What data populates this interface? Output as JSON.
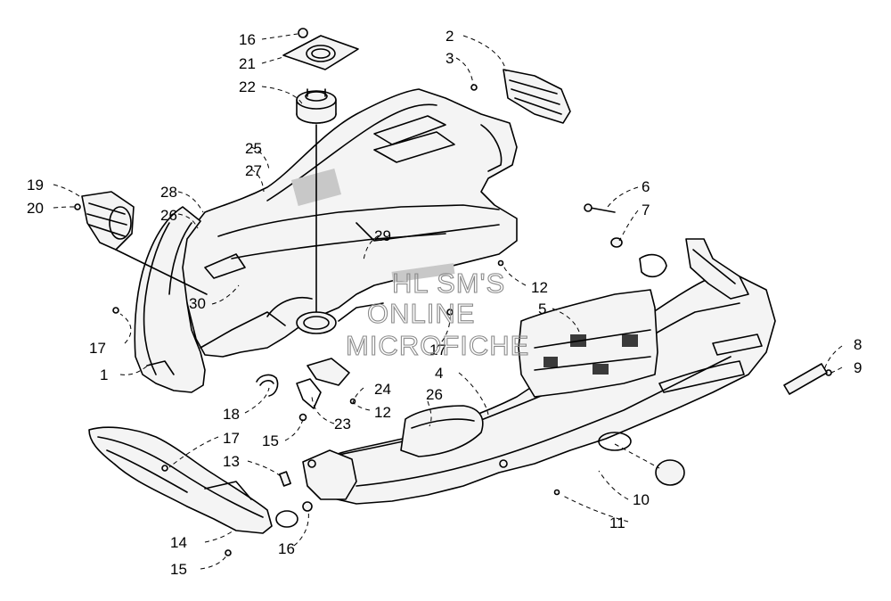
{
  "diagram": {
    "callouts": [
      "1",
      "2",
      "3",
      "4",
      "5",
      "6",
      "7",
      "8",
      "9",
      "10",
      "11",
      "12",
      "13",
      "14",
      "15",
      "16",
      "17",
      "18",
      "19",
      "20",
      "21",
      "22",
      "23",
      "24",
      "25",
      "26",
      "27",
      "28",
      "29",
      "30"
    ]
  },
  "watermark": {
    "line1": "HL SM'S",
    "line2": "ONLINE",
    "line3": "MICROFICHE"
  }
}
